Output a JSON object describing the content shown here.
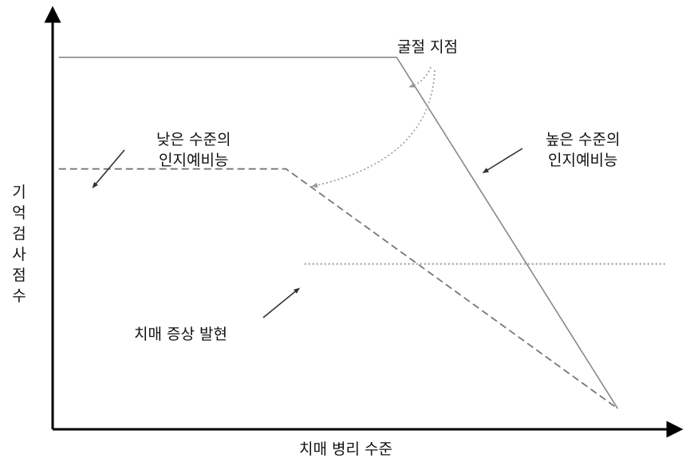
{
  "axes": {
    "x_label": "치매 병리 수준",
    "y_label": "기억검사점수"
  },
  "annotations": {
    "inflection": "굴절 지점",
    "low_reserve": [
      "낮은 수준의",
      "인지예비능"
    ],
    "high_reserve": [
      "높은 수준의",
      "인지예비능"
    ],
    "onset": "치매 증상 발현"
  },
  "chart_data": {
    "type": "line",
    "xlabel": "치매 병리 수준",
    "ylabel": "기억검사점수",
    "xlim": [
      0,
      100
    ],
    "ylim": [
      0,
      100
    ],
    "series": [
      {
        "name": "높은 수준의 인지예비능",
        "style": "solid",
        "color": "#888888",
        "points": [
          [
            1,
            90
          ],
          [
            56,
            90
          ],
          [
            92,
            5
          ]
        ]
      },
      {
        "name": "낮은 수준의 인지예비능",
        "style": "dashed",
        "color": "#777777",
        "points": [
          [
            1,
            63
          ],
          [
            38,
            63
          ],
          [
            92,
            5
          ]
        ]
      },
      {
        "name": "치매 증상 발현",
        "style": "dotted",
        "color": "#999999",
        "points": [
          [
            41,
            40
          ],
          [
            100,
            40
          ]
        ]
      }
    ]
  },
  "colors": {
    "axis": "#000000",
    "arrow": "#333333"
  }
}
